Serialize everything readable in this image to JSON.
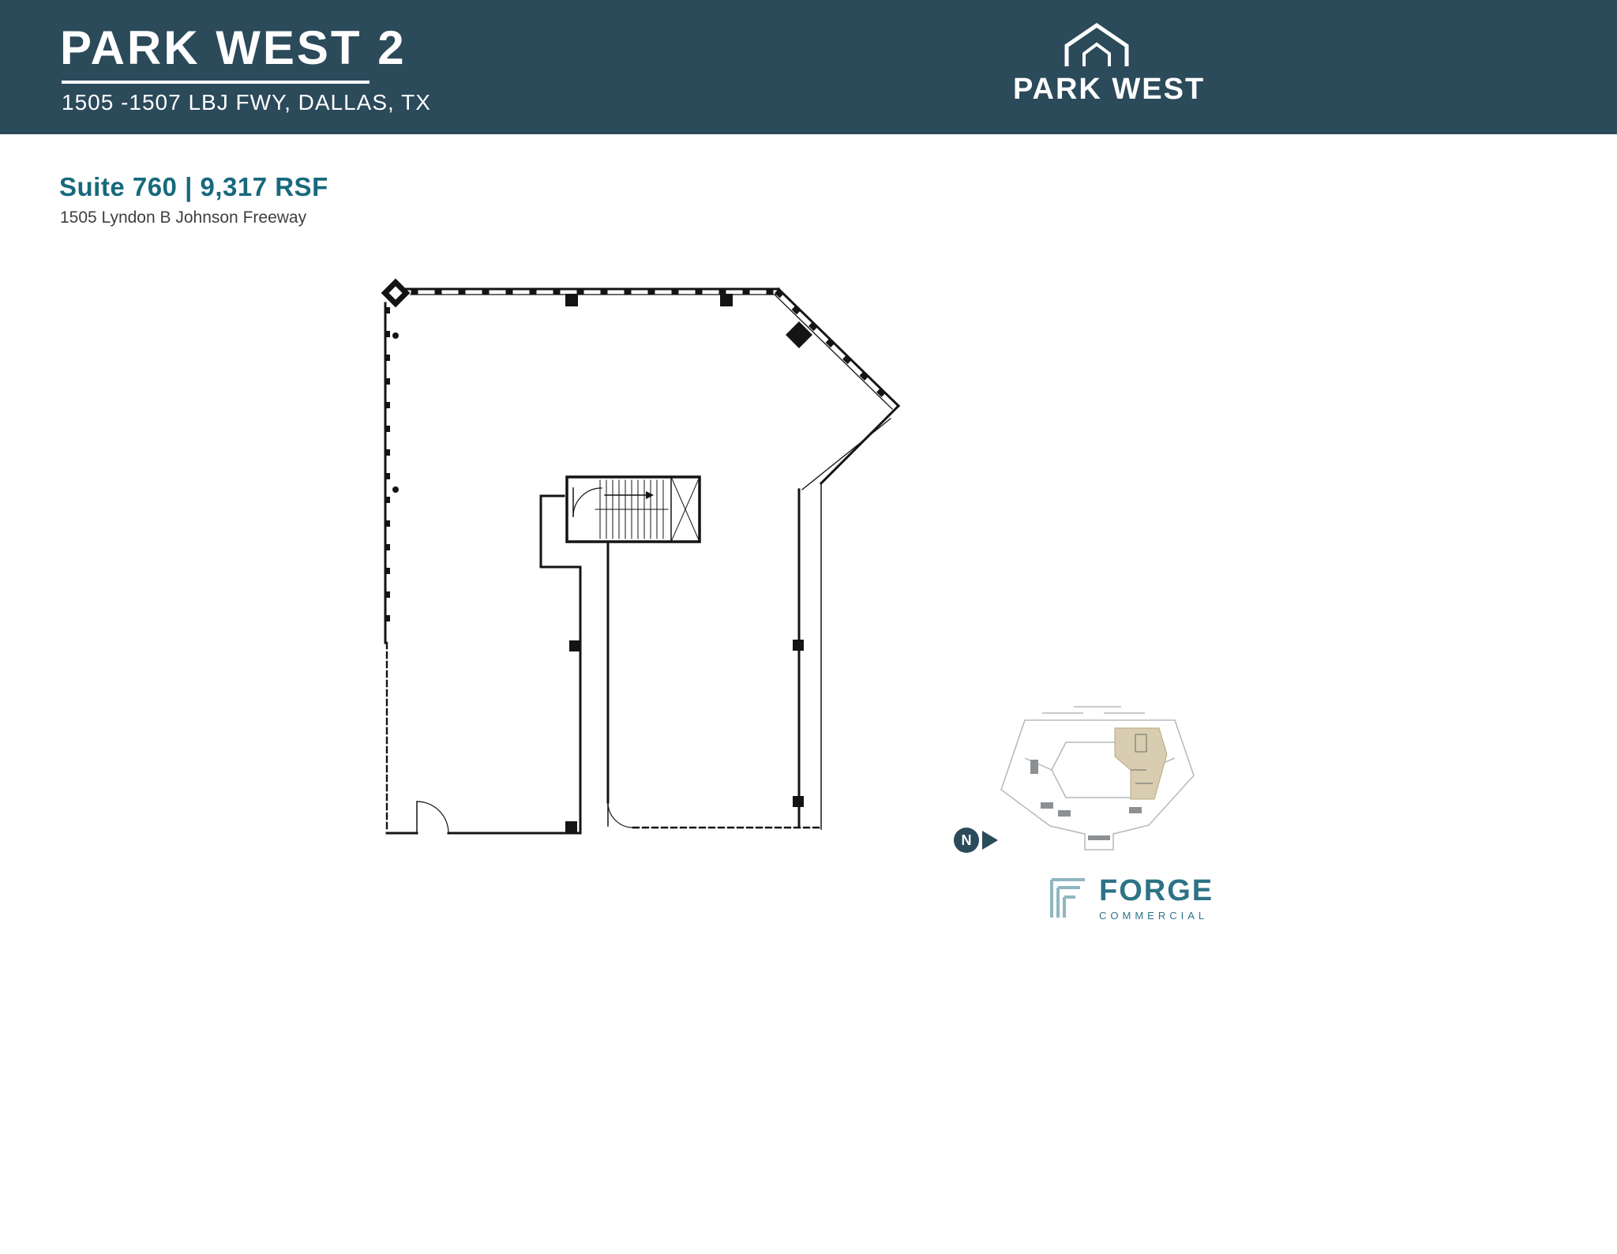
{
  "header": {
    "title": "PARK WEST 2",
    "address": "1505 -1507 LBJ FWY, DALLAS, TX",
    "brand": "PARK WEST",
    "bg_color": "#2B4A5A"
  },
  "suite": {
    "title": "Suite 760 | 9,317 RSF",
    "subtitle": "1505 Lyndon B Johnson Freeway",
    "accent_color": "#17697C"
  },
  "keyplan": {
    "highlight_color": "#D8CDB0"
  },
  "north": {
    "label": "N"
  },
  "forge": {
    "name": "FORGE",
    "tagline": "COMMERCIAL",
    "color": "#2D7386"
  }
}
